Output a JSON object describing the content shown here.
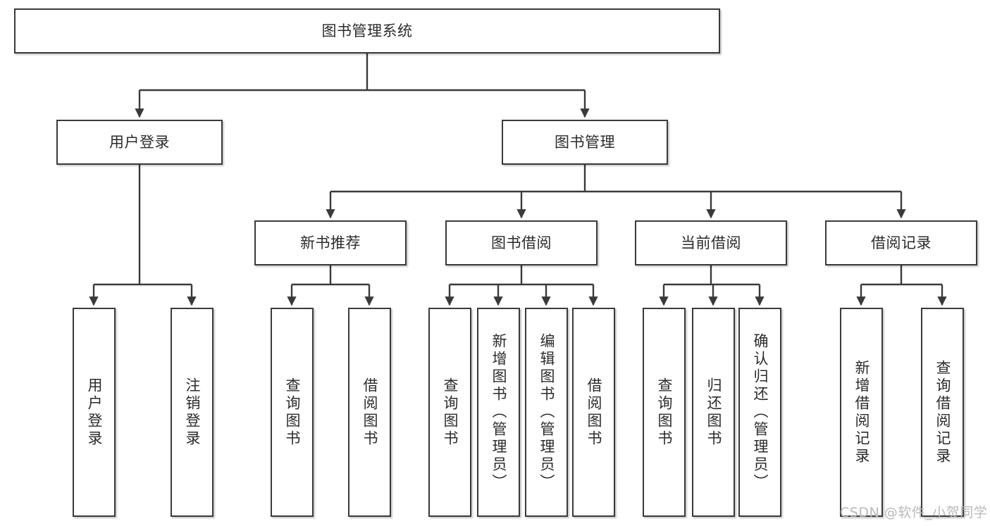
{
  "diagram": {
    "title": "图书管理系统",
    "type": "hierarchy-tree",
    "colors": {
      "box_border": "#3a3a3a",
      "box_fill": "#ffffff",
      "edge": "#3a3a3a",
      "text": "#2b2b2b",
      "watermark": "#b9b9b9",
      "background": "#ffffff"
    },
    "levels": [
      {
        "level": 1,
        "nodes": [
          {
            "id": "root",
            "label": "图书管理系统",
            "orientation": "horizontal"
          }
        ]
      },
      {
        "level": 2,
        "nodes": [
          {
            "id": "user-login",
            "label": "用户登录",
            "orientation": "horizontal",
            "parent": "root"
          },
          {
            "id": "book-manage",
            "label": "图书管理",
            "orientation": "horizontal",
            "parent": "root"
          }
        ]
      },
      {
        "level": 3,
        "nodes": [
          {
            "id": "new-book-recommend",
            "label": "新书推荐",
            "orientation": "horizontal",
            "parent": "book-manage"
          },
          {
            "id": "book-borrow",
            "label": "图书借阅",
            "orientation": "horizontal",
            "parent": "book-manage"
          },
          {
            "id": "current-borrow",
            "label": "当前借阅",
            "orientation": "horizontal",
            "parent": "book-manage"
          },
          {
            "id": "borrow-record",
            "label": "借阅记录",
            "orientation": "horizontal",
            "parent": "book-manage"
          }
        ]
      },
      {
        "level": 4,
        "nodes": [
          {
            "id": "leaf-user-login",
            "label": "用户登录",
            "orientation": "vertical",
            "parent": "user-login"
          },
          {
            "id": "leaf-logout-login",
            "label": "注销登录",
            "orientation": "vertical",
            "parent": "user-login"
          },
          {
            "id": "leaf-query-book-1",
            "label": "查询图书",
            "orientation": "vertical",
            "parent": "new-book-recommend"
          },
          {
            "id": "leaf-borrow-book-1",
            "label": "借阅图书",
            "orientation": "vertical",
            "parent": "new-book-recommend"
          },
          {
            "id": "leaf-query-book-2",
            "label": "查询图书",
            "orientation": "vertical",
            "parent": "book-borrow"
          },
          {
            "id": "leaf-add-book",
            "label": "新增图书（管理员）",
            "orientation": "vertical",
            "parent": "book-borrow"
          },
          {
            "id": "leaf-edit-book",
            "label": "编辑图书（管理员）",
            "orientation": "vertical",
            "parent": "book-borrow"
          },
          {
            "id": "leaf-borrow-book-2",
            "label": "借阅图书",
            "orientation": "vertical",
            "parent": "book-borrow"
          },
          {
            "id": "leaf-query-book-3",
            "label": "查询图书",
            "orientation": "vertical",
            "parent": "current-borrow"
          },
          {
            "id": "leaf-return-book",
            "label": "归还图书",
            "orientation": "vertical",
            "parent": "current-borrow"
          },
          {
            "id": "leaf-confirm-return",
            "label": "确认归还（管理员）",
            "orientation": "vertical",
            "parent": "current-borrow"
          },
          {
            "id": "leaf-add-record",
            "label": "新增借阅记录",
            "orientation": "vertical",
            "parent": "borrow-record"
          },
          {
            "id": "leaf-query-record",
            "label": "查询借阅记录",
            "orientation": "vertical",
            "parent": "borrow-record"
          }
        ]
      }
    ]
  },
  "watermark": {
    "text": "CSDN @软件_小贺同学"
  }
}
